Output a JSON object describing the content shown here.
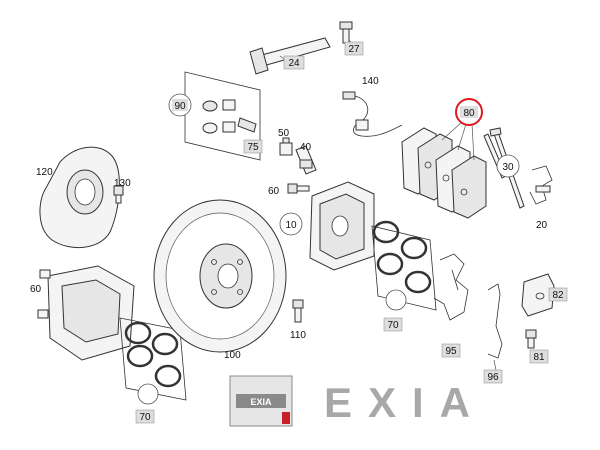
{
  "callouts": {
    "p24": "24",
    "p27": "27",
    "p90": "90",
    "p140": "140",
    "p80": "80",
    "p50": "50",
    "p40": "40",
    "p75": "75",
    "p120": "120",
    "p130": "130",
    "p60a": "60",
    "p30": "30",
    "p10": "10",
    "p20": "20",
    "p60b": "60",
    "p110": "110",
    "p100": "100",
    "p70a": "70",
    "p70b": "70",
    "p95": "95",
    "p96": "96",
    "p82": "82",
    "p81": "81"
  },
  "watermark": {
    "logo_text": "EXIA",
    "brand_text": "EXIA"
  },
  "colors": {
    "highlight_ring": "#e0191e",
    "label_box": "#dedede",
    "line": "#333333",
    "watermark_grey": "#8a8a8a",
    "watermark_red": "#c8202a"
  }
}
